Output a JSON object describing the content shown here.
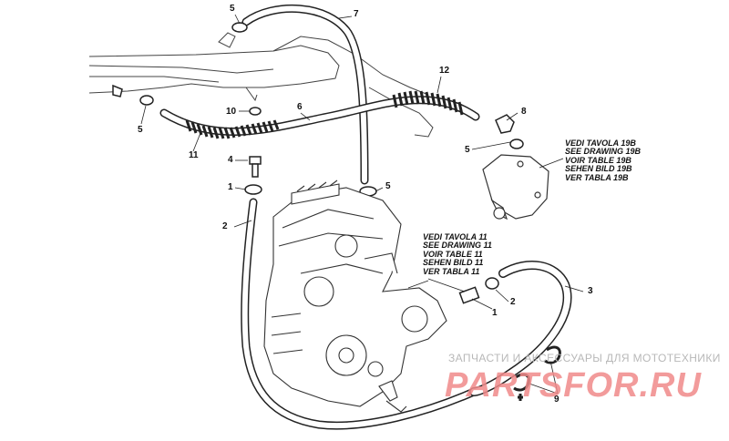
{
  "callouts": {
    "c5a": "5",
    "c7": "7",
    "c12": "12",
    "c5b": "5",
    "c10": "10",
    "c6": "6",
    "c8": "8",
    "c5c": "5",
    "c11": "11",
    "c4": "4",
    "c1a": "1",
    "c5d": "5",
    "c2a": "2",
    "c3": "3",
    "c2b": "2",
    "c1b": "1",
    "c9": "9"
  },
  "references": {
    "table_19b": [
      "VEDI TAVOLA 19B",
      "SEE DRAWING 19B",
      "VOIR TABLE 19B",
      "SEHEN BILD 19B",
      "VER TABLA 19B"
    ],
    "table_11": [
      "VEDI TAVOLA 11",
      "SEE DRAWING 11",
      "VOIR TABLE 11",
      "SEHEN BILD 11",
      "VER TABLA 11"
    ]
  },
  "watermark": {
    "tagline": "ЗАПЧАСТИ И АКСЕССУАРЫ ДЛЯ МОТОТЕХНИКИ",
    "logo_text": "PARTSFOR.RU"
  }
}
